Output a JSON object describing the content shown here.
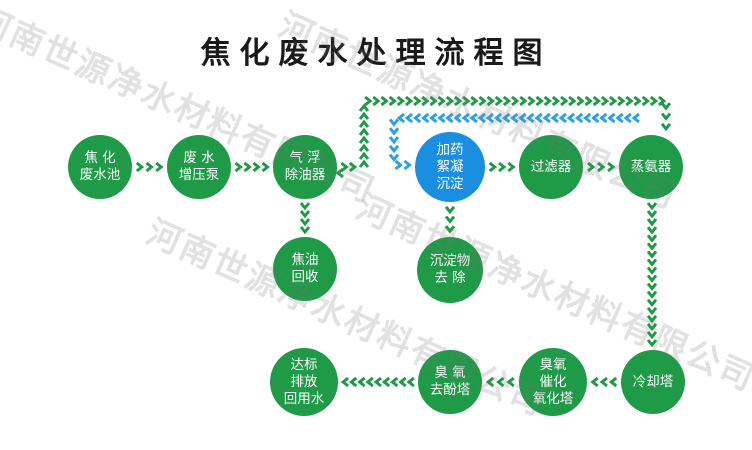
{
  "title": "焦化废水处理流程图",
  "watermark": "河南世源净水材料有限公司",
  "colors": {
    "green": "#1f9a47",
    "blue": "#1a8fe2",
    "arrow_green": "#1f9a47",
    "arrow_blue": "#2aa0ea"
  },
  "nodes": {
    "n1": "焦 化\n废水池",
    "n2": "废 水\n增压泵",
    "n3": "气 浮\n除油器",
    "n4": "焦油\n回收",
    "n5": "加药\n絮凝\n沉淀",
    "n6": "沉淀物\n去 除",
    "n7": "过滤器",
    "n8": "蒸氨器",
    "n9": "冷却塔",
    "n10": "臭氧\n催化\n氧化塔",
    "n11": "臭 氧\n去酚塔",
    "n12": "达标\n排放\n回用水"
  }
}
